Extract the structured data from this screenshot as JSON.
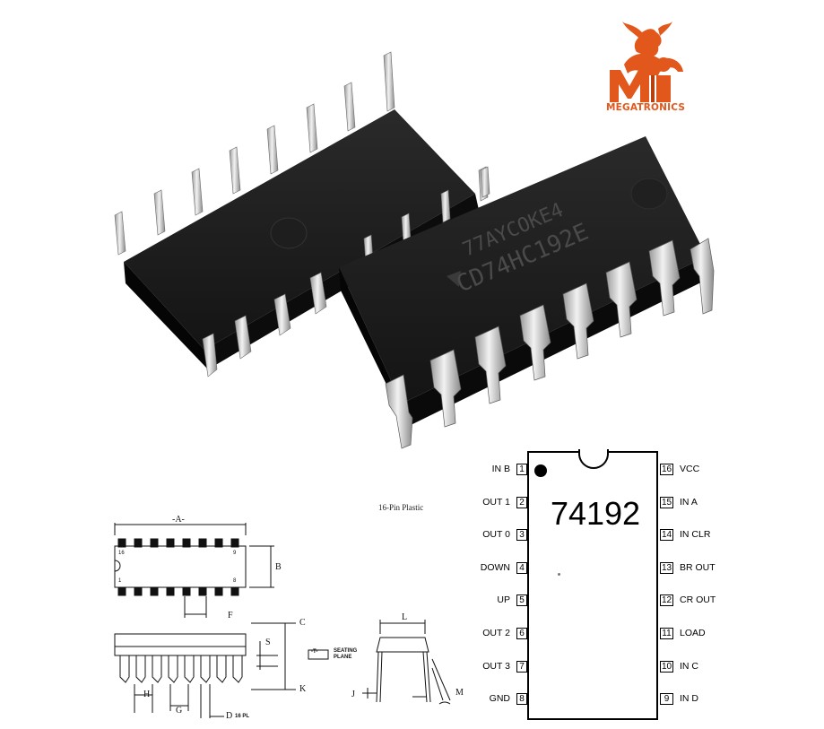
{
  "logo": {
    "brand": "MEGATRONICS"
  },
  "photo": {
    "chip_marking_line1": "77AYCOKE4",
    "chip_marking_line2": "CD74HC192E"
  },
  "mechanical": {
    "caption": "16-Pin Plastic",
    "dim_A": "-A-",
    "dim_B": "B",
    "dim_C": "C",
    "dim_D": "D",
    "dim_D_note": "16 PL",
    "dim_F": "F",
    "dim_G": "G",
    "dim_H": "H",
    "dim_J": "J",
    "dim_K": "K",
    "dim_L": "L",
    "dim_M": "M",
    "dim_S": "S",
    "datum_T": "-T-",
    "seating_plane": "SEATING\nPLANE",
    "pin_16": "16",
    "pin_9": "9",
    "pin_1": "1",
    "pin_8": "8"
  },
  "pinout": {
    "part_number": "74192",
    "left_pins": [
      {
        "num": "1",
        "label": "IN B"
      },
      {
        "num": "2",
        "label": "OUT 1"
      },
      {
        "num": "3",
        "label": "OUT 0"
      },
      {
        "num": "4",
        "label": "DOWN"
      },
      {
        "num": "5",
        "label": "UP"
      },
      {
        "num": "6",
        "label": "OUT 2"
      },
      {
        "num": "7",
        "label": "OUT 3"
      },
      {
        "num": "8",
        "label": "GND"
      }
    ],
    "right_pins": [
      {
        "num": "16",
        "label": "VCC"
      },
      {
        "num": "15",
        "label": "IN A"
      },
      {
        "num": "14",
        "label": "IN CLR"
      },
      {
        "num": "13",
        "label": "BR OUT"
      },
      {
        "num": "12",
        "label": "CR OUT"
      },
      {
        "num": "11",
        "label": "LOAD"
      },
      {
        "num": "10",
        "label": "IN C"
      },
      {
        "num": "9",
        "label": "IN D"
      }
    ]
  },
  "colors": {
    "brand_orange": "#e2571b",
    "chip_black": "#1a1a1a",
    "lead_silver": "#cfcfcf"
  }
}
